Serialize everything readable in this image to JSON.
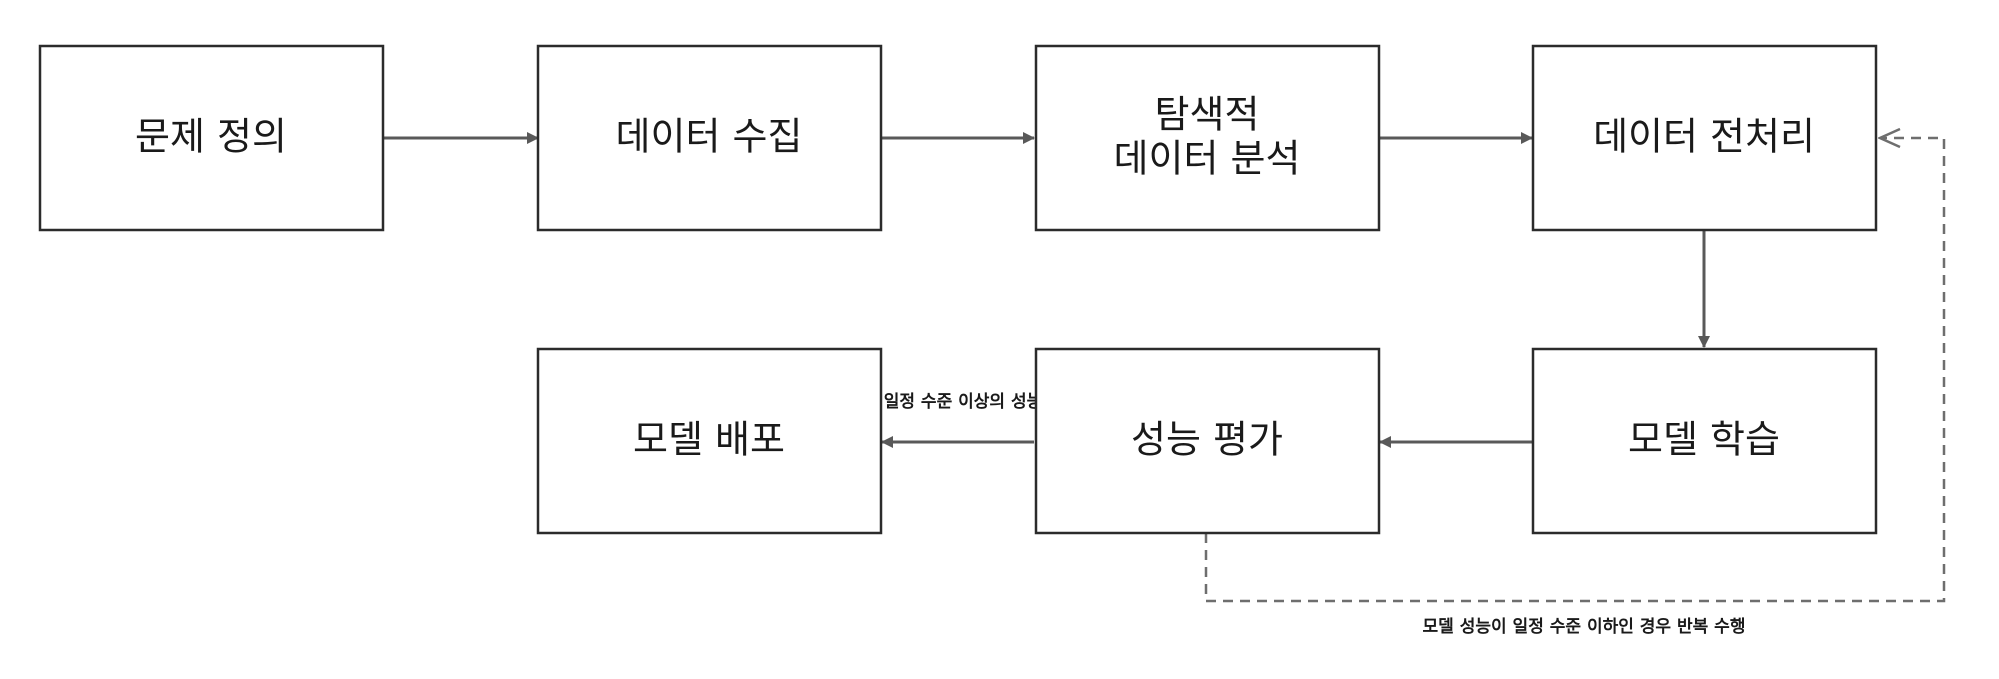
{
  "nodes": [
    {
      "id": "problem",
      "line1": "문제 정의",
      "line2": ""
    },
    {
      "id": "collect",
      "line1": "데이터 수집",
      "line2": ""
    },
    {
      "id": "eda",
      "line1": "탐색적",
      "line2": "데이터 분석"
    },
    {
      "id": "preprocess",
      "line1": "데이터 전처리",
      "line2": ""
    },
    {
      "id": "train",
      "line1": "모델 학습",
      "line2": ""
    },
    {
      "id": "evaluate",
      "line1": "성능 평가",
      "line2": ""
    },
    {
      "id": "deploy",
      "line1": "모델 배포",
      "line2": ""
    }
  ],
  "edges": [
    {
      "from": "problem",
      "to": "collect",
      "label": ""
    },
    {
      "from": "collect",
      "to": "eda",
      "label": ""
    },
    {
      "from": "eda",
      "to": "preprocess",
      "label": ""
    },
    {
      "from": "preprocess",
      "to": "train",
      "label": ""
    },
    {
      "from": "train",
      "to": "evaluate",
      "label": ""
    },
    {
      "from": "evaluate",
      "to": "deploy",
      "label": "일정 수준 이상의 성능"
    },
    {
      "from": "evaluate",
      "to": "preprocess",
      "label": "모델 성능이 일정 수준 이하인 경우 반복 수행",
      "style": "dashed"
    }
  ]
}
